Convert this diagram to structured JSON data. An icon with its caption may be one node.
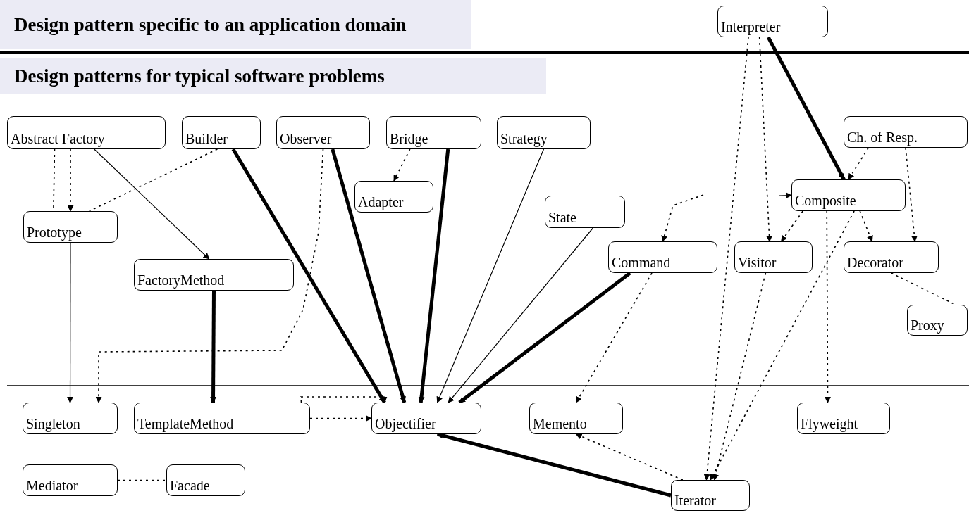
{
  "diagram": {
    "nodes": [
      {
        "text": [
          "Interpreter"
        ]
      },
      {
        "text": [
          "Abstract Factory"
        ]
      },
      {
        "text": [
          "Builder"
        ]
      },
      {
        "text": [
          "Observer"
        ]
      },
      {
        "text": [
          "Bridge"
        ]
      },
      {
        "text": [
          "Strategy"
        ]
      },
      {
        "text": [
          "Ch. of Resp."
        ]
      },
      {
        "text": [
          "Adapter"
        ]
      },
      {
        "text": [
          "State"
        ]
      },
      {
        "text": [
          "Composite"
        ]
      },
      {
        "text": [
          "Prototype"
        ]
      },
      {
        "text": [
          "FactoryMethod"
        ]
      },
      {
        "text": [
          "Command"
        ]
      },
      {
        "text": [
          "Visitor"
        ]
      },
      {
        "text": [
          "Decorator"
        ]
      },
      {
        "text": [
          "Proxy"
        ]
      },
      {
        "text": [
          "Singleton"
        ]
      },
      {
        "text": [
          "TemplateMethod"
        ]
      },
      {
        "text": [
          "Objectifier"
        ]
      },
      {
        "text": [
          "Memento"
        ]
      },
      {
        "text": [
          "Flyweight"
        ]
      },
      {
        "text": [
          "Mediator"
        ]
      },
      {
        "text": [
          "Facade"
        ]
      },
      {
        "text": [
          "Iterator"
        ]
      }
    ],
    "edges": [
      {
        "from": 1,
        "to": 10,
        "arrow": "none",
        "style": "dashed"
      },
      {
        "from": 1,
        "to": 10,
        "arrow": "to",
        "style": "dashed"
      },
      {
        "from": 1,
        "to": 11,
        "arrow": "to"
      },
      {
        "from": 2,
        "to": 10,
        "arrow": "none",
        "style": "dashed"
      },
      {
        "from": 2,
        "to": 18,
        "arrow": "to",
        "style": "thick"
      },
      {
        "from": 3,
        "to": 16,
        "arrow": "to",
        "style": "dashed"
      },
      {
        "from": 3,
        "to": 18,
        "arrow": "to",
        "style": "thick"
      },
      {
        "from": 4,
        "to": 7,
        "arrow": "to",
        "style": "dashed"
      },
      {
        "from": 4,
        "to": 18,
        "arrow": "to",
        "style": "thick"
      },
      {
        "from": 5,
        "to": 18,
        "arrow": "to"
      },
      {
        "from": 8,
        "to": 18,
        "arrow": "to"
      },
      {
        "from": 12,
        "to": 18,
        "arrow": "to",
        "style": "thick"
      },
      {
        "from": 12,
        "to": 19,
        "arrow": "to",
        "style": "dashed"
      },
      {
        "from": null,
        "to": 12,
        "arrow": "to",
        "style": "dashed"
      },
      {
        "from": 0,
        "to": 9,
        "arrow": "to",
        "style": "thick"
      },
      {
        "from": 0,
        "to": 13,
        "arrow": "to",
        "style": "dashed"
      },
      {
        "from": 0,
        "to": 23,
        "arrow": "to",
        "style": "dashed"
      },
      {
        "from": 6,
        "to": 9,
        "arrow": "to",
        "style": "dashed"
      },
      {
        "from": 6,
        "to": 14,
        "arrow": "to",
        "style": "dashed"
      },
      {
        "from": 9,
        "to": 13,
        "arrow": "to",
        "style": "dashed"
      },
      {
        "from": 9,
        "to": 14,
        "arrow": "to",
        "style": "dashed"
      },
      {
        "from": 9,
        "to": 20,
        "arrow": "to",
        "style": "dashed"
      },
      {
        "from": 9,
        "to": 23,
        "arrow": "to",
        "style": "dashed"
      },
      {
        "from": null,
        "to": 9,
        "arrow": "to"
      },
      {
        "from": 14,
        "to": 15,
        "arrow": "none",
        "style": "dashed"
      },
      {
        "from": 13,
        "to": 23,
        "arrow": "to",
        "style": "dashed"
      },
      {
        "from": 17,
        "to": 18,
        "arrow": "to",
        "style": "dashed"
      },
      {
        "from": 17,
        "to": 18,
        "arrow": "to",
        "style": "dashed"
      },
      {
        "from": 10,
        "to": 16,
        "arrow": "to"
      },
      {
        "from": 11,
        "to": 17,
        "arrow": "to",
        "style": "thick"
      },
      {
        "from": 23,
        "to": 18,
        "arrow": "to",
        "style": "thick"
      },
      {
        "from": 23,
        "to": 19,
        "arrow": "to",
        "style": "dashed"
      },
      {
        "from": 21,
        "to": 22,
        "arrow": "none",
        "style": "dashed"
      }
    ],
    "labels": [
      "Design pattern specific to an application domain",
      "Design patterns for typical software problems"
    ]
  }
}
